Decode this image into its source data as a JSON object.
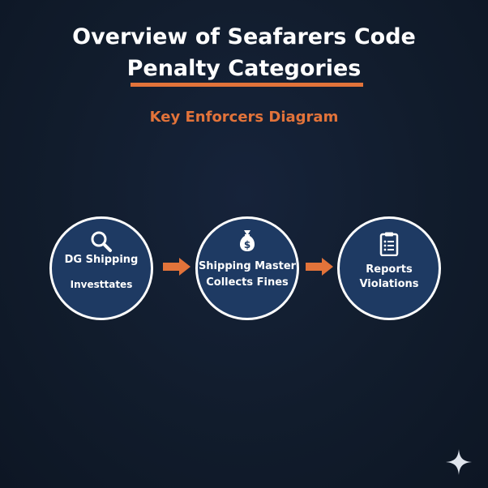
{
  "title": {
    "line1": "Overview of Seafarers Code",
    "line2": "Penalty Categories"
  },
  "subtitle": "Key Enforcers Diagram",
  "nodes": [
    {
      "icon": "magnifier-icon",
      "line1": "DG Shipping",
      "line2": "Investtates"
    },
    {
      "icon": "money-bag-icon",
      "line1": "Shipping Master",
      "line2": "Collects Fines"
    },
    {
      "icon": "clipboard-icon",
      "line1": "Reports",
      "line2": "Violations"
    }
  ],
  "colors": {
    "background": "#111c2c",
    "accent": "#e2733a",
    "node_fill": "#1e3a63",
    "node_border": "#ffffff"
  }
}
